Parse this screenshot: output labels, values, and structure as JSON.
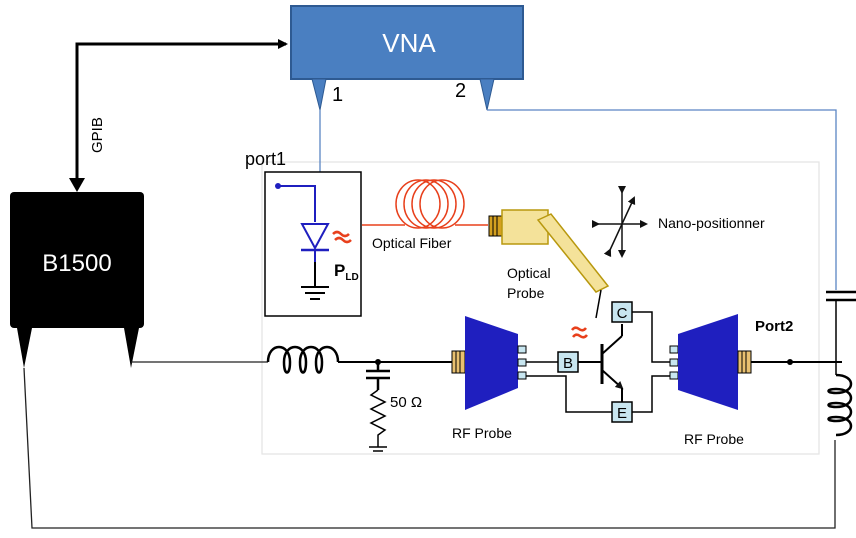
{
  "vna": {
    "title": "VNA",
    "port1_num": "1",
    "port2_num": "2"
  },
  "b1500": {
    "title": "B1500"
  },
  "gpib": {
    "label": "GPIB"
  },
  "labels": {
    "port1": "port1",
    "pld_main": "P",
    "pld_sub": "LD",
    "optical_fiber": "Optical Fiber",
    "optical_probe_line1": "Optical",
    "optical_probe_line2": "Probe",
    "nano_positioner": "Nano-positionner",
    "resistor": "50 Ω",
    "rf_probe_left": "RF Probe",
    "rf_probe_right": "RF Probe",
    "port2": "Port2",
    "transistor_b": "B",
    "transistor_c": "C",
    "transistor_e": "E"
  },
  "colors": {
    "vna_fill": "#4a7fc1",
    "vna_border": "#2e5a92",
    "probe_blue": "#1f1fbf",
    "fiber_red": "#e8401c",
    "pin_fill": "#c8e6f0",
    "thin_blue_line": "#5b85c4"
  }
}
